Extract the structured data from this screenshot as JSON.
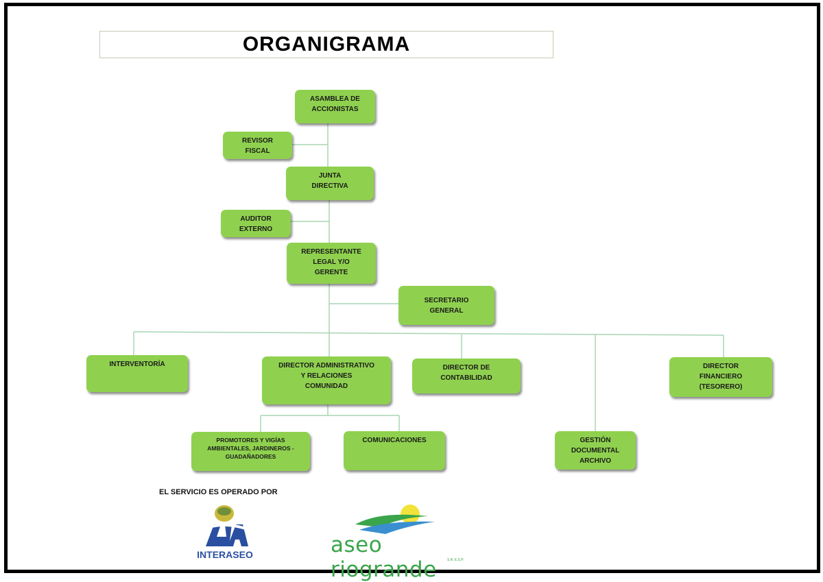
{
  "title": "ORGANIGRAMA",
  "nodes": {
    "asamblea": "ASAMBLEA DE\nACCIONISTAS",
    "revisor": "REVISOR\nFISCAL",
    "junta": "JUNTA\nDIRECTIVA",
    "auditor": "AUDITOR\nEXTERNO",
    "representante": "REPRESENTANTE\nLEGAL Y/O\nGERENTE",
    "secretario": "SECRETARIO\nGENERAL",
    "interventoria": "INTERVENTORÍA",
    "director_admin": "DIRECTOR ADMINISTRATIVO\nY RELACIONES\nCOMUNIDAD",
    "director_contabilidad": "DIRECTOR DE\nCONTABILIDAD",
    "director_financiero": "DIRECTOR\nFINANCIERO\n(TESORERO)",
    "promotores": "PROMOTORES Y VIGÍAS\nAMBIENTALES, JARDINEROS -\nGUADAÑADORES",
    "comunicaciones": "COMUNICACIONES",
    "gestion": "GESTIÓN\nDOCUMENTAL\nARCHIVO"
  },
  "footer": {
    "operated_by": "EL SERVICIO ES OPERADO POR",
    "logo_interaseo": "INTERASEO",
    "logo_rio": "aseo riogrande",
    "logo_rio_sub": "S.A. E.S.P."
  },
  "colors": {
    "node_fill": "#8fd14f",
    "connector": "#a8d5b3",
    "interaseo_blue": "#2a4fa0",
    "rio_green": "#3aa54a",
    "sun_yellow": "#f2e33a"
  }
}
